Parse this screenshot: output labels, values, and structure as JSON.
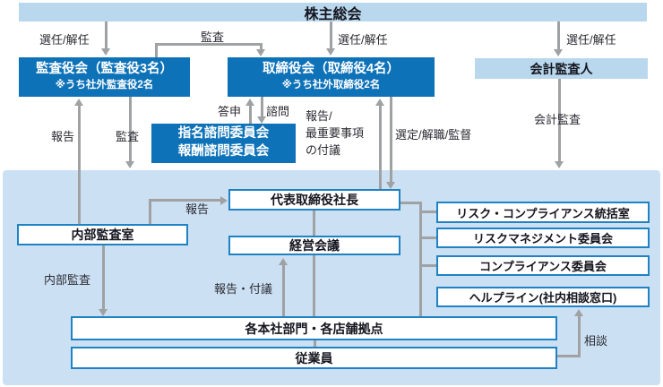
{
  "nodes": {
    "shareholders": "株主総会",
    "audit_board_line1": "監査役会（監査役3名）",
    "audit_board_line2": "※うち社外監査役2名",
    "board_line1": "取締役会（取締役4名）",
    "board_line2": "※うち社外取締役2名",
    "accounting_auditor": "会計監査人",
    "advisory_line1": "指名諮問委員会",
    "advisory_line2": "報酬諮問委員会",
    "president": "代表取締役社長",
    "management_meeting": "経営会議",
    "internal_audit_office": "内部監査室",
    "risk_compliance_office": "リスク・コンプライアンス統括室",
    "risk_management_committee": "リスクマネジメント委員会",
    "compliance_committee": "コンプライアンス委員会",
    "helpline": "ヘルプライン(社内相談窓口)",
    "hq_departments": "各本社部門・各店舗拠点",
    "employees": "従業員"
  },
  "labels": {
    "appoint_dismiss_left": "選任/解任",
    "appoint_dismiss_center": "選任/解任",
    "appoint_dismiss_right": "選任/解任",
    "audit_top": "監査",
    "report_up_left": "報告",
    "audit_down_left": "監査",
    "toshin": "答申",
    "shimon": "諮問",
    "report_agenda": "報告/\n最重要事項\nの付議",
    "select_dismiss_supervise": "選定/解職/監督",
    "accounting_audit": "会計監査",
    "report_to_president": "報告",
    "internal_audit": "内部監査",
    "report_fugi": "報告・付議",
    "consult": "相談"
  },
  "colors": {
    "dark_blue": "#0e72b8",
    "light_blue_fill": "#b9d8ed",
    "zone_fill": "#cce0f3",
    "white_box_border": "#1e82c4",
    "arrow_gray": "#9fa1a3",
    "text_dark": "#15151f"
  }
}
